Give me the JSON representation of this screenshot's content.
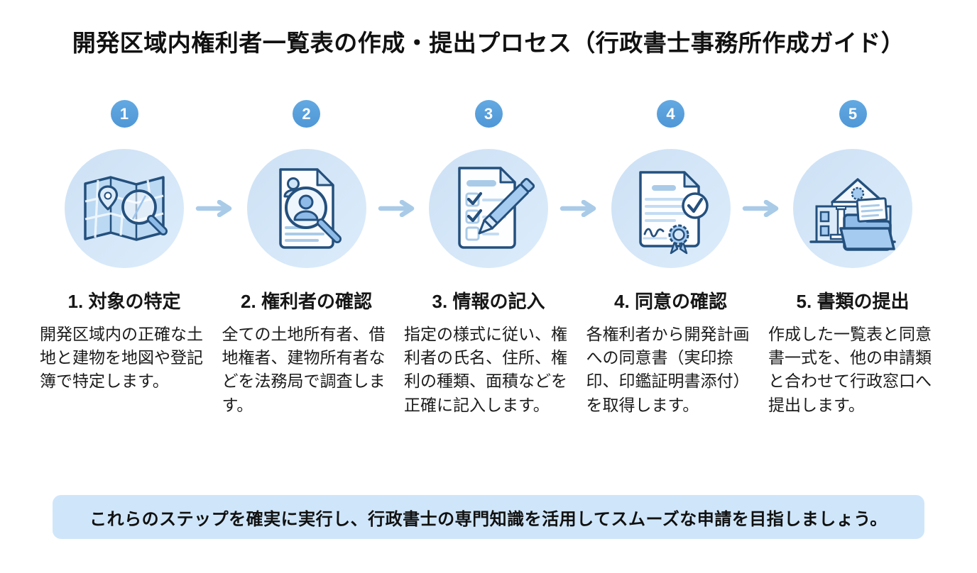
{
  "title": "開発区域内権利者一覧表の作成・提出プロセス（行政書士事務所作成ガイド）",
  "steps": [
    {
      "number": "1",
      "icon": "map-location-search-icon",
      "heading": "1. 対象の特定",
      "description": "開発区域内の正確な土地と建物を地図や登記簿で特定します。"
    },
    {
      "number": "2",
      "icon": "rights-holder-document-search-icon",
      "heading": "2. 権利者の確認",
      "description": "全ての土地所有者、借地権者、建物所有者などを法務局で調査します。"
    },
    {
      "number": "3",
      "icon": "checklist-pen-icon",
      "heading": "3. 情報の記入",
      "description": "指定の様式に従い、権利者の氏名、住所、権利の種類、面積などを正確に記入します。"
    },
    {
      "number": "4",
      "icon": "consent-certificate-seal-icon",
      "heading": "4. 同意の確認",
      "description": "各権利者から開発計画への同意書（実印捺印、印鑑証明書添付）を取得します。"
    },
    {
      "number": "5",
      "icon": "government-office-folder-icon",
      "heading": "5. 書類の提出",
      "description": "作成した一覧表と同意書一式を、他の申請類と合わせて行政窓口へ提出します。"
    }
  ],
  "footer": {
    "message": "これらのステップを確実に実行し、行政書士の専門知識を活用してスムーズな申請を目指しましょう。"
  },
  "colors": {
    "badge_blue": "#58a0dc",
    "icon_circle_bg": "#d3e6f8",
    "icon_stroke_navy": "#24507d",
    "icon_fill_medium": "#8fbbe9",
    "icon_fill_light": "#cfe4f7",
    "arrow_blue": "#a9cbe8",
    "banner_bg": "#cfe6fa",
    "text": "#161616"
  }
}
